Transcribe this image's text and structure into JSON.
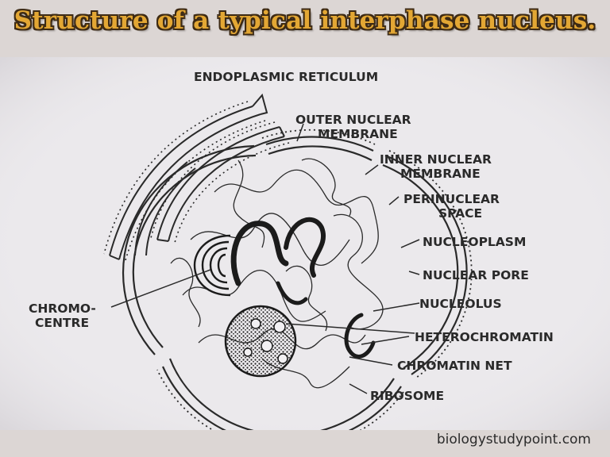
{
  "title": "Structure of a typical interphase nucleus.",
  "labels": {
    "endoplasmic_reticulum": "ENDOPLASMIC RETICULUM",
    "outer_nuclear_membrane": [
      "OUTER NUCLEAR",
      "MEMBRANE"
    ],
    "inner_nuclear_membrane": [
      "INNER NUCLEAR",
      "MEMBRANE"
    ],
    "perinuclear_space": [
      "PERINUCLEAR",
      "SPACE"
    ],
    "nucleoplasm": "NUCLEOPLASM",
    "nuclear_pore": "NUCLEAR PORE",
    "nucleolus": "NUCLEOLUS",
    "heterochromatin": "HETEROCHROMATIN",
    "chromatin_net": "CHROMATIN NET",
    "ribosome": "RIBOSOME",
    "chromocentre": [
      "CHROMO-",
      "CENTRE"
    ]
  },
  "watermark": "biologystudypoint.com"
}
